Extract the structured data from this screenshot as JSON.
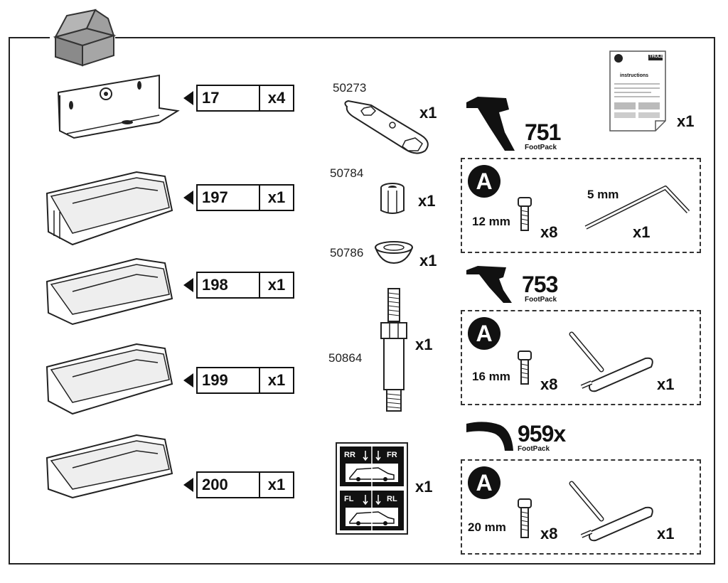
{
  "brackets": [
    {
      "number": "17",
      "qty": "x4"
    },
    {
      "number": "197",
      "qty": "x1"
    },
    {
      "number": "198",
      "qty": "x1"
    },
    {
      "number": "199",
      "qty": "x1"
    },
    {
      "number": "200",
      "qty": "x1"
    }
  ],
  "parts": [
    {
      "number": "50273",
      "qty": "x1"
    },
    {
      "number": "50784",
      "qty": "x1"
    },
    {
      "number": "50786",
      "qty": "x1"
    },
    {
      "number": "50864",
      "qty": "x1"
    }
  ],
  "sticker": {
    "qty": "x1",
    "top_left": "RR",
    "top_right": "FR",
    "bottom_left": "FL",
    "bottom_right": "RL"
  },
  "instructions": {
    "label": "instructions",
    "brand": "THULE",
    "qty": "x1"
  },
  "footpacks": [
    {
      "number": "751",
      "label": "FootPack",
      "tool_letter": "A",
      "bolt_size": "12 mm",
      "bolt_qty": "x8",
      "key_size": "5 mm",
      "key_qty": "x1"
    },
    {
      "number": "753",
      "label": "FootPack",
      "tool_letter": "A",
      "bolt_size": "16 mm",
      "bolt_qty": "x8",
      "key_qty": "x1"
    },
    {
      "number": "959x",
      "label": "FootPack",
      "tool_letter": "A",
      "bolt_size": "20 mm",
      "bolt_qty": "x8",
      "key_qty": "x1"
    }
  ]
}
